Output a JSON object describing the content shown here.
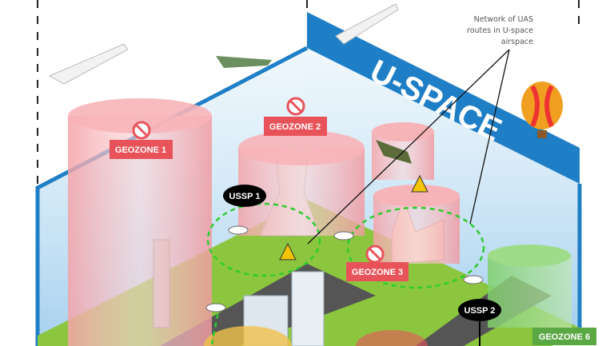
{
  "title": "U-SPACE",
  "annotation": [
    "Network of UAS",
    "routes in U-space",
    "airspace"
  ],
  "geozones": [
    "GEOZONE 1",
    "GEOZONE 2",
    "GEOZONE 3",
    "GEOZONE 6"
  ],
  "ussps": [
    "USSP 1",
    "USSP 2"
  ],
  "colors": {
    "blue": "#1f7fc6",
    "geozone_red": "#e8535a",
    "geozone_green": "#5aa844",
    "route_green": "#2ecc2e",
    "ussp_black": "#000000"
  }
}
